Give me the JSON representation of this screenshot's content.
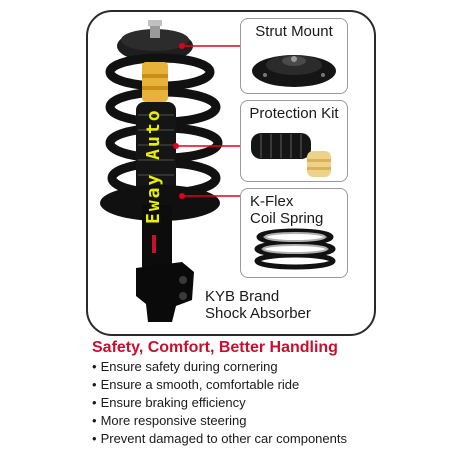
{
  "callouts": {
    "strut_mount": "Strut Mount",
    "protection_kit": "Protection Kit",
    "coil_spring_line1": "K-Flex",
    "coil_spring_line2": "Coil Spring"
  },
  "watermark": "Eway Auto",
  "kyb_line1": "KYB Brand",
  "kyb_line2": "Shock Absorber",
  "headline": "Safety, Comfort, Better Handling",
  "bullets": [
    "Ensure safety during cornering",
    "Ensure a smooth, comfortable ride",
    "Ensure braking efficiency",
    "More responsive steering",
    "Prevent damaged to other car components"
  ],
  "colors": {
    "accent_red": "#c8102e",
    "leader_red": "#e0001b",
    "watermark_yellow": "#e8f000",
    "frame": "#2a2a2a"
  }
}
